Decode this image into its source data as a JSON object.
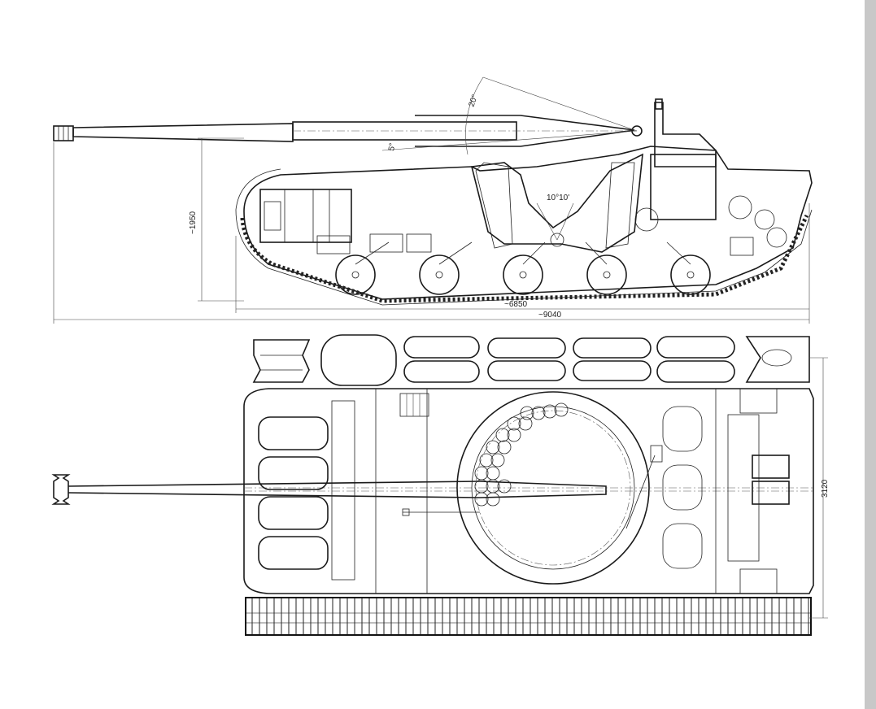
{
  "side_view": {
    "elevation_angle": "20°",
    "depression_angle": "5°",
    "turret_traverse": "10°10'",
    "height": "~1950",
    "hull_length": "~6850",
    "overall_length": "~9040"
  },
  "top_view": {
    "width": "3120"
  }
}
